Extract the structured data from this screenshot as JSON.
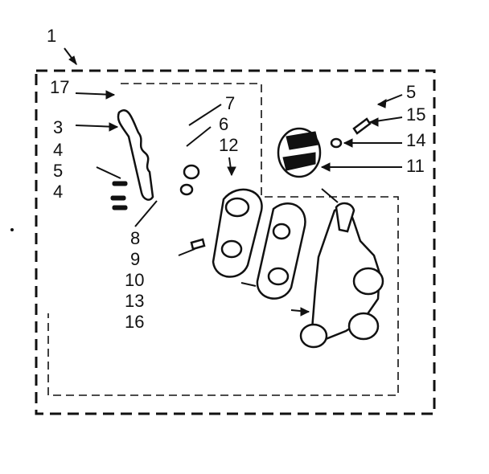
{
  "diagram": {
    "callouts": {
      "assembly": "1",
      "c17": "17",
      "c3": "3",
      "c4a": "4",
      "c5a": "5",
      "c4b": "4",
      "c7": "7",
      "c6": "6",
      "c12": "12",
      "c5b": "5",
      "c15": "15",
      "c14": "14",
      "c11": "11"
    },
    "label_stack": [
      "8",
      "9",
      "10",
      "13",
      "16"
    ]
  }
}
